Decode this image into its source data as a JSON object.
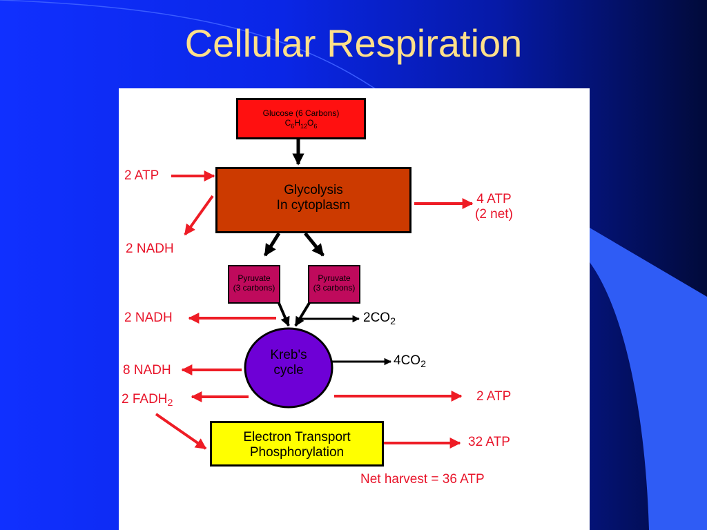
{
  "slide": {
    "title": "Cellular Respiration"
  },
  "diagram": {
    "glucose": {
      "line1": "Glucose (6 Carbons)",
      "formula_c": "C",
      "formula_c_sub": "6",
      "formula_h": "H",
      "formula_h_sub": "12",
      "formula_o": "O",
      "formula_o_sub": "6"
    },
    "glycolysis": {
      "line1": "Glycolysis",
      "line2": "In cytoplasm"
    },
    "pyruvate_left": {
      "line1": "Pyruvate",
      "line2": "(3 carbons)"
    },
    "pyruvate_right": {
      "line1": "Pyruvate",
      "line2": "(3 carbons)"
    },
    "krebs": {
      "line1": "Kreb's",
      "line2": "cycle"
    },
    "etc": {
      "line1": "Electron Transport",
      "line2": "Phosphorylation"
    },
    "labels": {
      "atp_in": "2 ATP",
      "nadh_glycolysis": "2 NADH",
      "atp_out_glycolysis_1": "4 ATP",
      "atp_out_glycolysis_2": "(2 net)",
      "nadh_pyruvate": "2 NADH",
      "co2_pyruvate": "2CO",
      "co2_pyruvate_sub": "2",
      "nadh_krebs": "8 NADH",
      "co2_krebs": "4CO",
      "co2_krebs_sub": "2",
      "fadh_krebs": "2 FADH",
      "fadh_krebs_sub": "2",
      "atp_krebs": "2 ATP",
      "atp_etc": "32 ATP",
      "net_harvest": "Net harvest = 36 ATP"
    },
    "colors": {
      "glucose": "#ff1010",
      "glycolysis": "#cc3a00",
      "pyruvate": "#bf0a5c",
      "krebs": "#6e00d6",
      "etc": "#ffff00",
      "arrow_red": "#ee1c25",
      "title": "#ffe08a"
    }
  }
}
